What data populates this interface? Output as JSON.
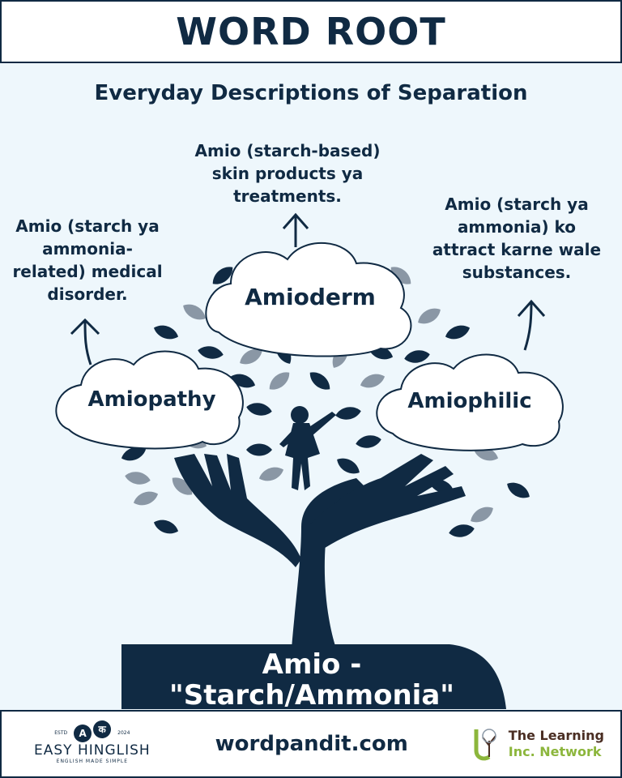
{
  "header": {
    "title": "WORD ROOT"
  },
  "subtitle": "Everyday Descriptions of Separation",
  "root": {
    "line1": "Amio -",
    "line2": "\"Starch/Ammonia\""
  },
  "branches": [
    {
      "word": "Amiopathy",
      "meaning": "Amio (starch ya ammonia-related) medical disorder."
    },
    {
      "word": "Amioderm",
      "meaning": "Amio (starch-based) skin products ya treatments."
    },
    {
      "word": "Amiophilic",
      "meaning": "Amio (starch ya ammonia) ko attract karne wale substances."
    }
  ],
  "footer": {
    "easy_hinglish": {
      "estd": "ESTD",
      "year": "2024",
      "a": "A",
      "ka": "क",
      "name": "EASY HINGLISH",
      "tagline": "ENGLISH MADE SIMPLE"
    },
    "site": "wordpandit.com",
    "learning": {
      "line1": "The Learning",
      "line2": "Inc. Network"
    }
  },
  "colors": {
    "navy": "#102a43",
    "background": "#eef7fc",
    "grey_leaf": "#8a97a5",
    "green": "#8cb63c"
  }
}
